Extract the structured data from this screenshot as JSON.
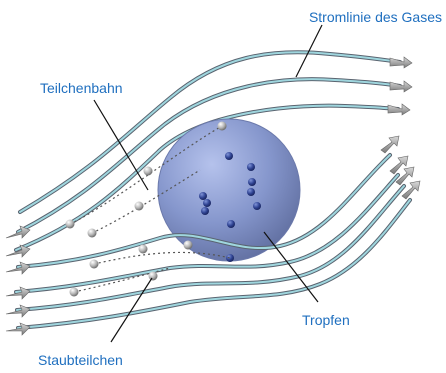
{
  "labels": {
    "streamline": "Stromlinie des Gases",
    "trajectory": "Teilchenbahn",
    "droplet": "Tropfen",
    "dust": "Staubteilchen"
  },
  "colors": {
    "label": "#1f6fbf",
    "streamline_outer": "#5a6470",
    "streamline_inner": "#9fd6de",
    "droplet": "#7f8fc4",
    "droplet_particle": "#2d3f8a",
    "dust_particle": "#a8a8a8",
    "arrow": "#8a8a8a"
  }
}
